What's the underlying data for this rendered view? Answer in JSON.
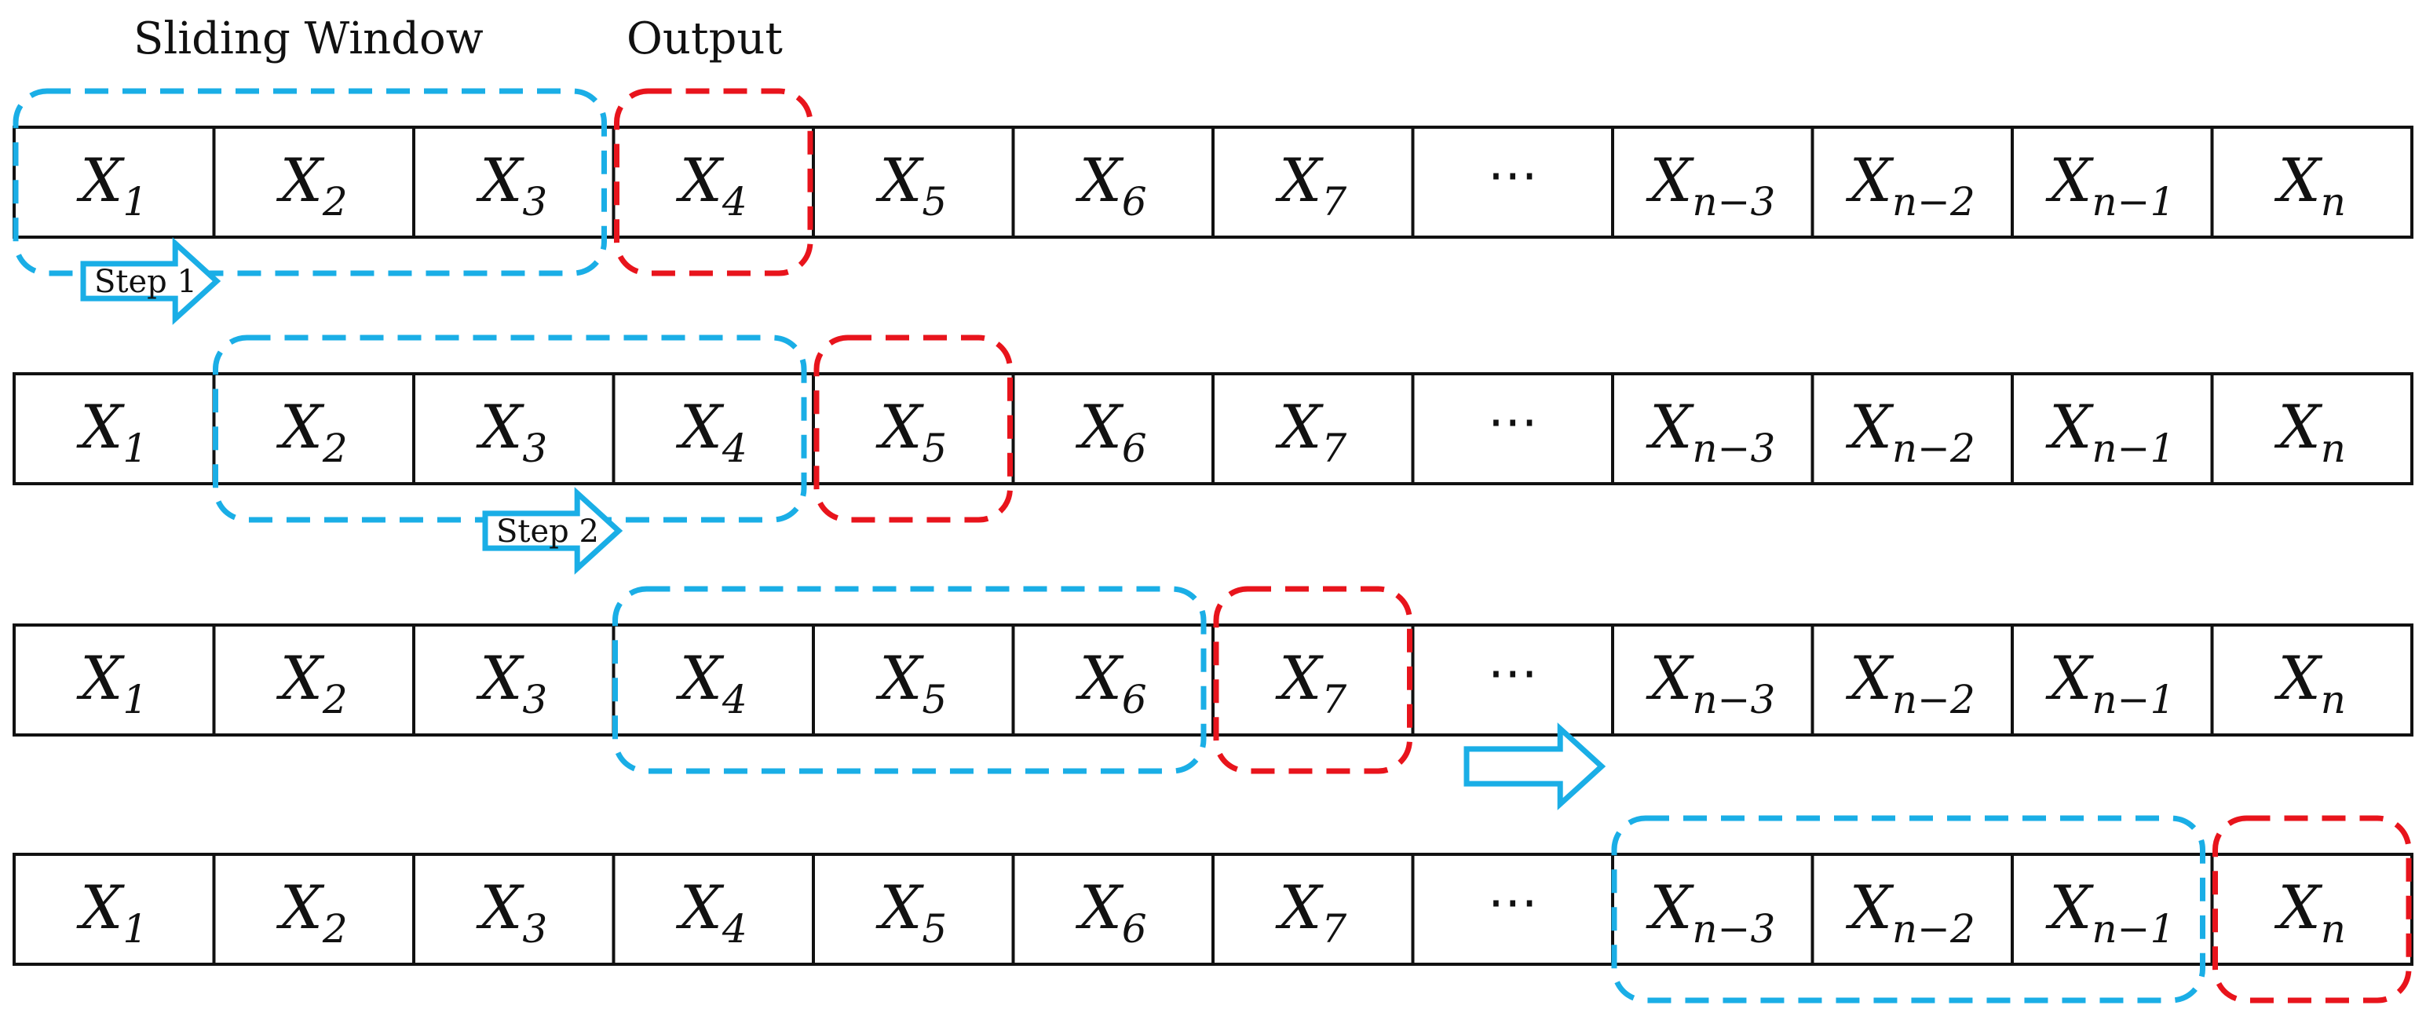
{
  "labels": {
    "sliding_window": "Sliding Window",
    "output": "Output"
  },
  "colors": {
    "window": "#1aaee6",
    "output": "#e8141c",
    "cell_border": "#111111"
  },
  "sequence": [
    {
      "base": "X",
      "sub": "1"
    },
    {
      "base": "X",
      "sub": "2"
    },
    {
      "base": "X",
      "sub": "3"
    },
    {
      "base": "X",
      "sub": "4"
    },
    {
      "base": "X",
      "sub": "5"
    },
    {
      "base": "X",
      "sub": "6"
    },
    {
      "base": "X",
      "sub": "7"
    },
    {
      "ellipsis": "⋯"
    },
    {
      "base": "X",
      "sub": "n−3"
    },
    {
      "base": "X",
      "sub": "n−2"
    },
    {
      "base": "X",
      "sub": "n−1"
    },
    {
      "base": "X",
      "sub": "n"
    }
  ],
  "rows": [
    {
      "window_start": 0,
      "window_size": 3,
      "output_index": 3,
      "arrow_before": ""
    },
    {
      "window_start": 1,
      "window_size": 3,
      "output_index": 4,
      "arrow_before": "Step 1"
    },
    {
      "window_start": 3,
      "window_size": 3,
      "output_index": 6,
      "arrow_before": "Step 2"
    },
    {
      "window_start": 8,
      "window_size": 3,
      "output_index": 11,
      "arrow_before": ""
    }
  ]
}
